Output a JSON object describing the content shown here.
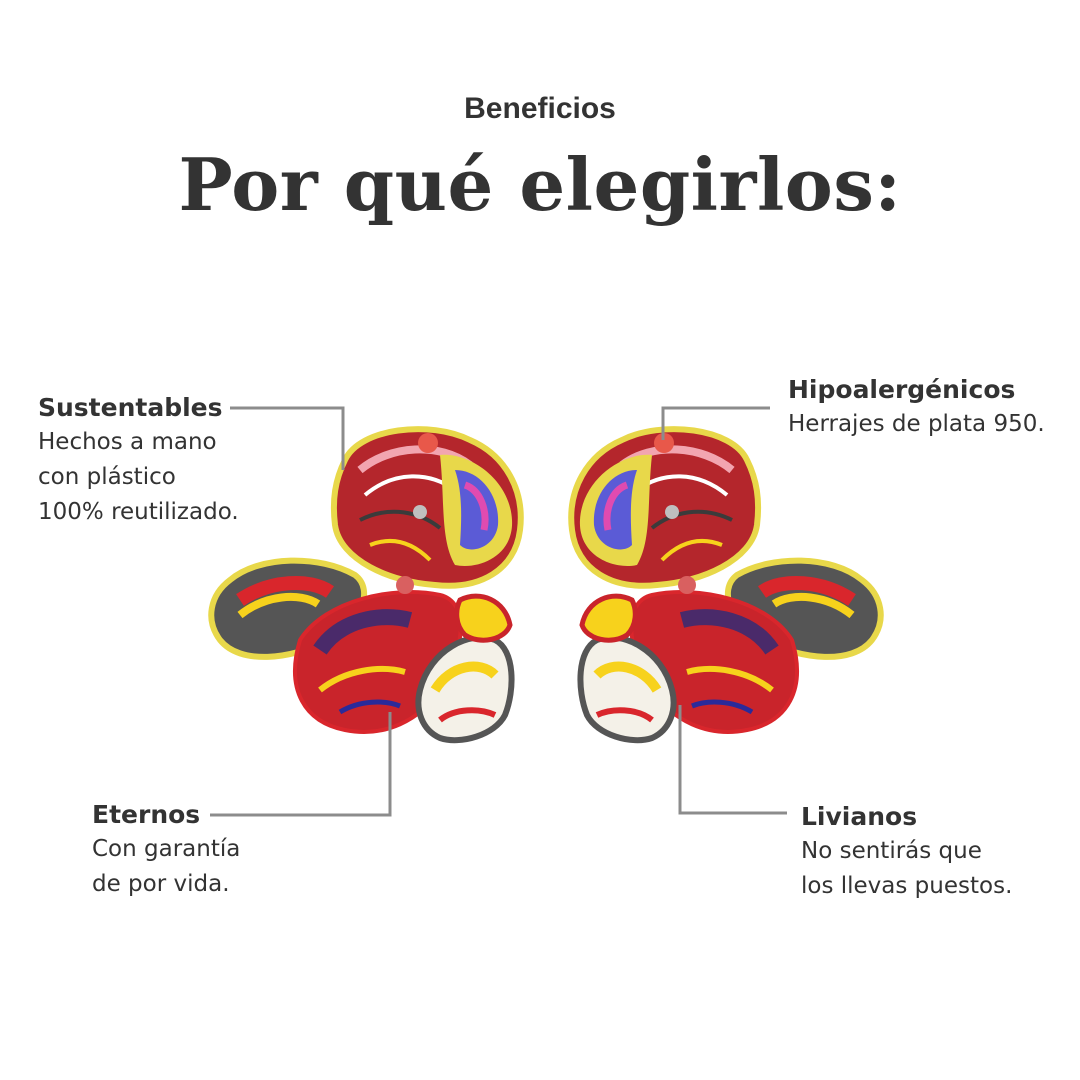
{
  "header": {
    "eyebrow": "Beneficios",
    "title": "Por qué elegirlos:"
  },
  "benefits": [
    {
      "title": "Sustentables",
      "text": "Hechos a mano\ncon plástico\n100% reutilizado."
    },
    {
      "title": "Hipoalergénicos",
      "text": "Herrajes de plata 950."
    },
    {
      "title": "Eternos",
      "text": "Con garantía\nde por vida."
    },
    {
      "title": "Livianos",
      "text": "No sentirás que\nlos llevas puestos."
    }
  ],
  "colors": {
    "text": "#333333",
    "connector": "#8c8c8c",
    "background": "#ffffff"
  }
}
